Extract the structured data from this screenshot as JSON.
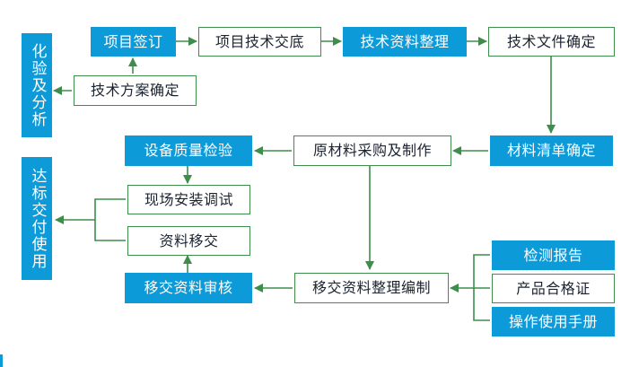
{
  "colors": {
    "solid_fill": "#0d9ad8",
    "outline_stroke": "#3e8d4b",
    "arrow": "#3e8d4b",
    "text_dark": "#1b2330",
    "text_light": "#ffffff"
  },
  "nodes": {
    "analysis": "化验及分析",
    "project_sign": "项目签订",
    "tech_disclosure": "项目技术交底",
    "tech_data_arrange": "技术资料整理",
    "tech_doc_confirm": "技术文件确定",
    "tech_plan_confirm": "技术方案确定",
    "material_list_confirm": "材料清单确定",
    "raw_material": "原材料采购及制作",
    "equipment_inspection": "设备质量检验",
    "site_install": "现场安装调试",
    "data_transfer": "资料移交",
    "transfer_review": "移交资料审核",
    "transfer_compile": "移交资料整理编制",
    "delivery": "达标交付使用",
    "test_report": "检测报告",
    "product_cert": "产品合格证",
    "operation_manual": "操作使用手册"
  }
}
